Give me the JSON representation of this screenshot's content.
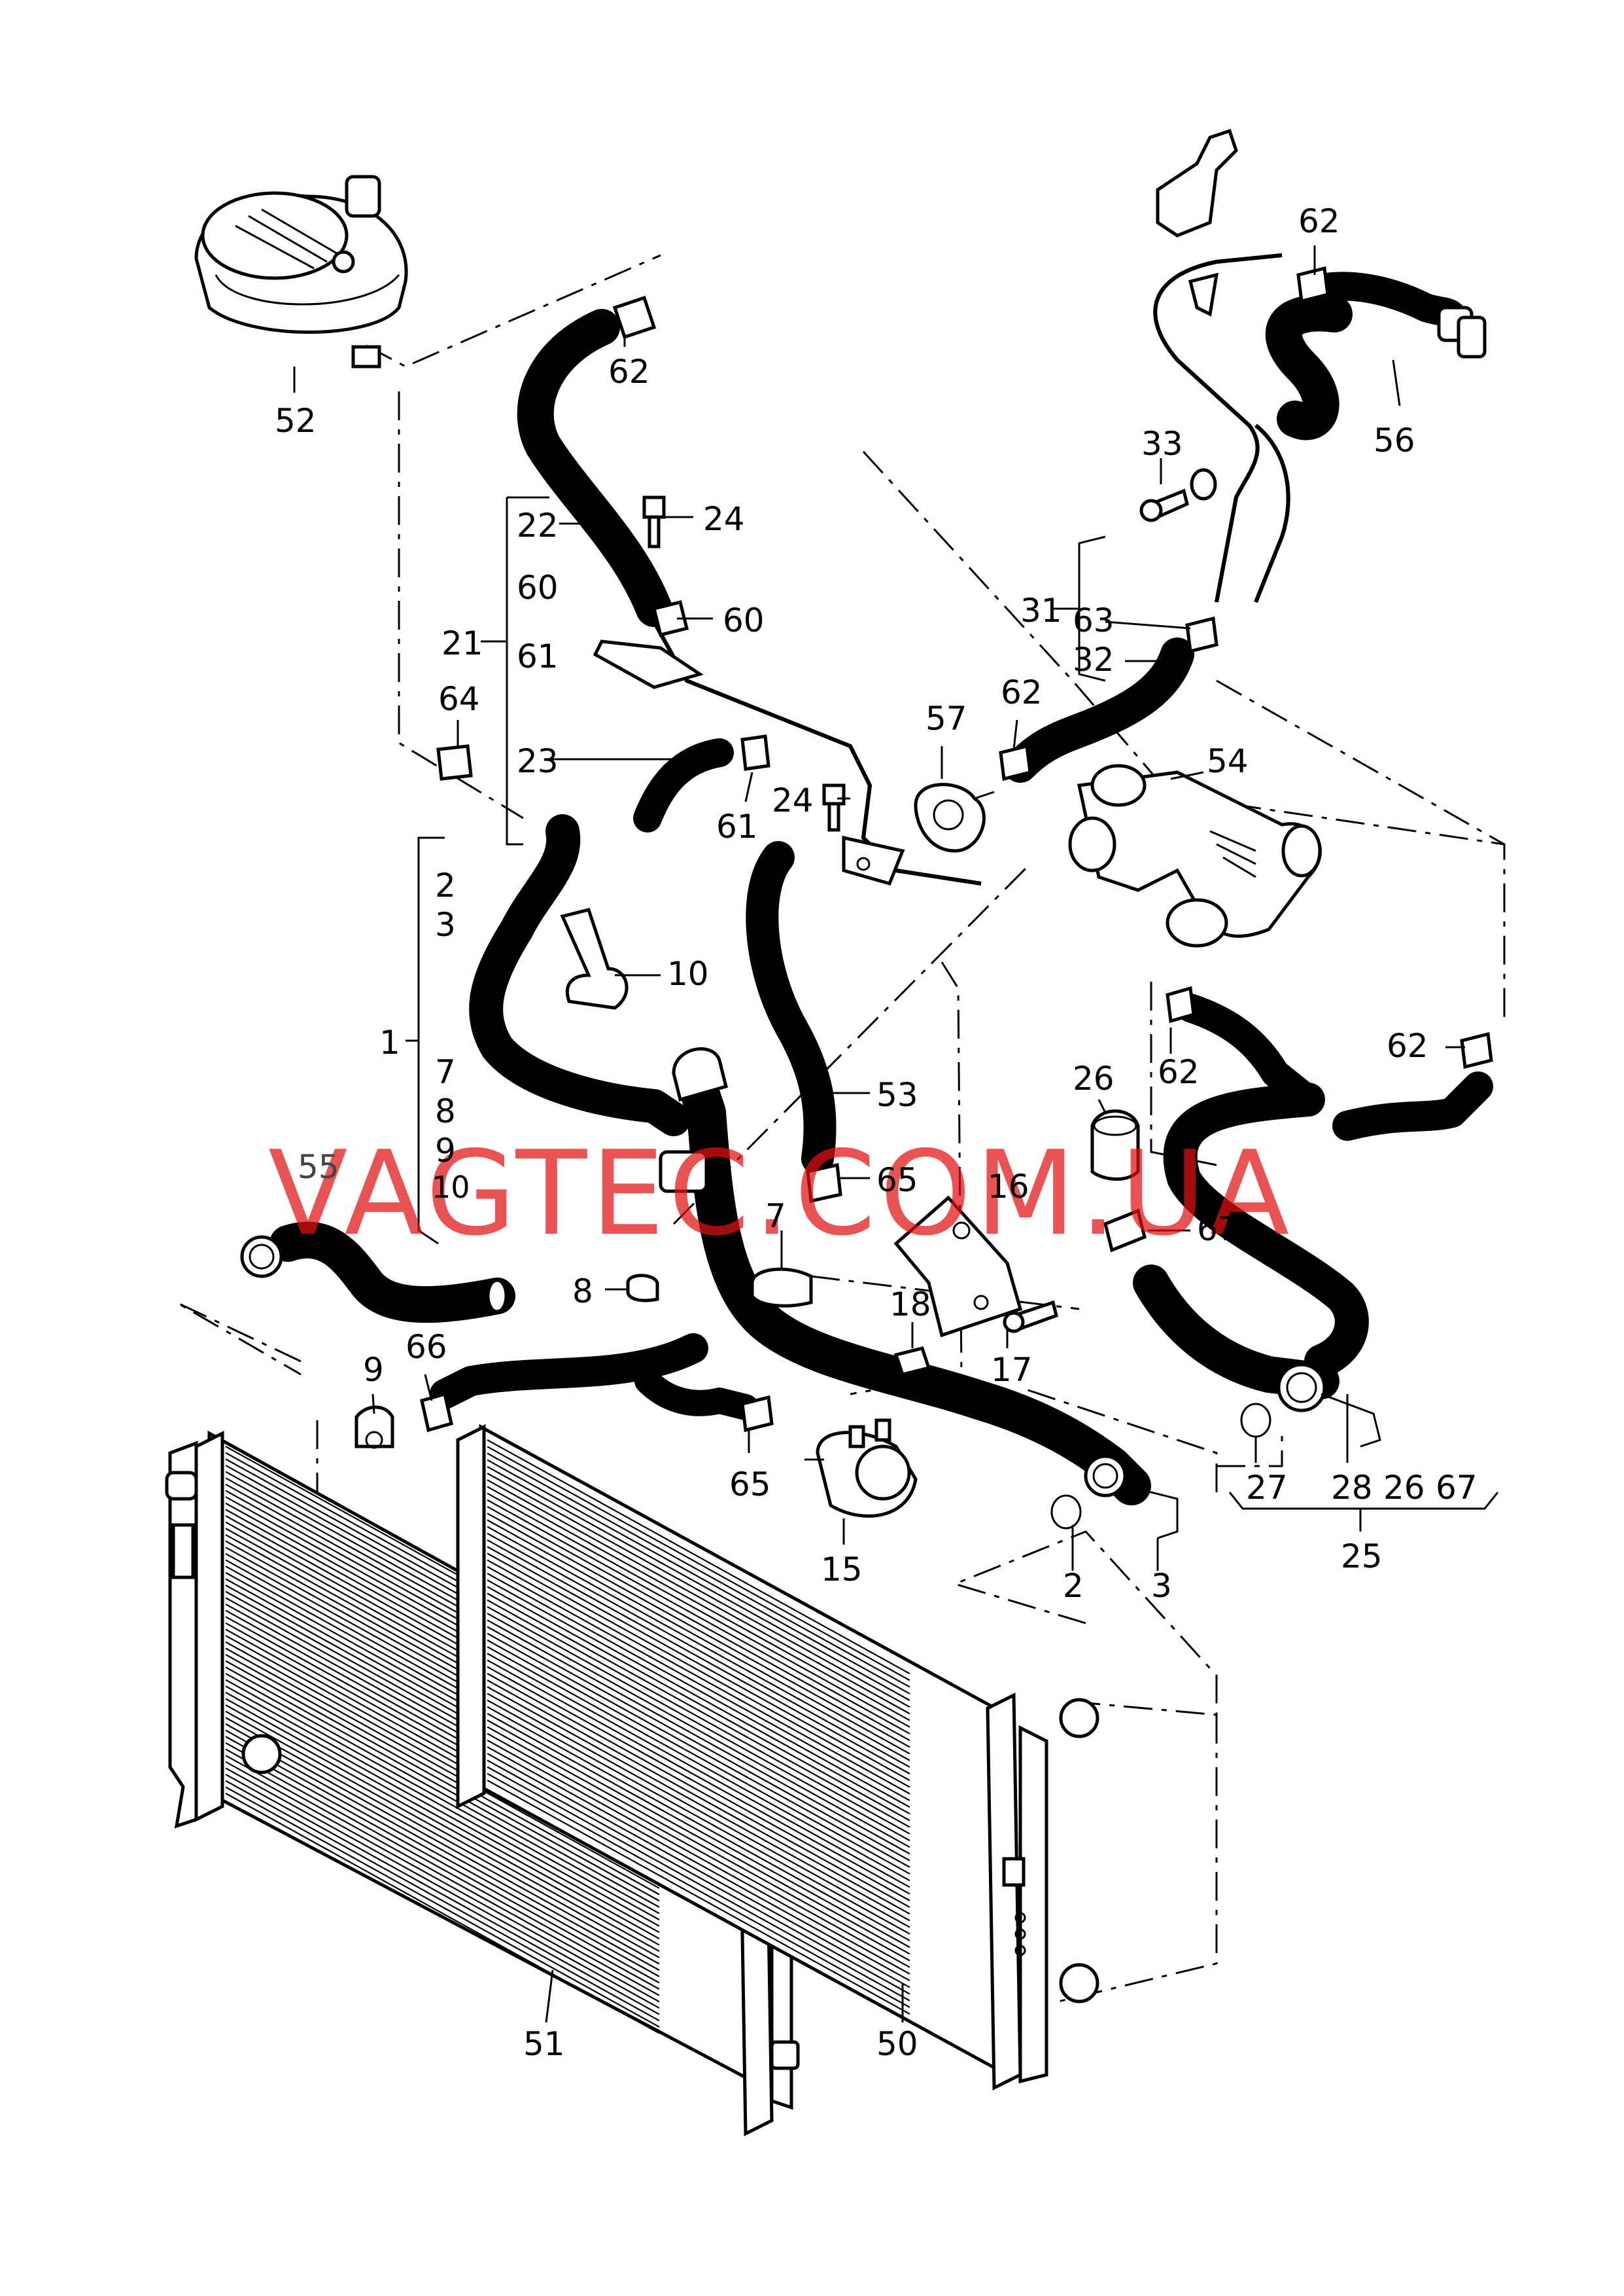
{
  "watermark": "VAGTEC.COM.UA",
  "callouts": [
    {
      "id": "c52",
      "text": "52"
    },
    {
      "id": "c62a",
      "text": "62"
    },
    {
      "id": "c22",
      "text": "22"
    },
    {
      "id": "c24a",
      "text": "24"
    },
    {
      "id": "c60a",
      "text": "60"
    },
    {
      "id": "c21",
      "text": "21"
    },
    {
      "id": "c61a",
      "text": "61"
    },
    {
      "id": "c60b",
      "text": "60"
    },
    {
      "id": "c64",
      "text": "64"
    },
    {
      "id": "c23",
      "text": "23"
    },
    {
      "id": "c61b",
      "text": "61"
    },
    {
      "id": "c24b",
      "text": "24"
    },
    {
      "id": "c2a",
      "text": "2"
    },
    {
      "id": "c3a",
      "text": "3"
    },
    {
      "id": "c10a",
      "text": "10"
    },
    {
      "id": "c1",
      "text": "1"
    },
    {
      "id": "c7a",
      "text": "7"
    },
    {
      "id": "c8a",
      "text": "8"
    },
    {
      "id": "c9a",
      "text": "9"
    },
    {
      "id": "c10b",
      "text": "10"
    },
    {
      "id": "c55",
      "text": "55"
    },
    {
      "id": "c53",
      "text": "53"
    },
    {
      "id": "c65a",
      "text": "65"
    },
    {
      "id": "c16",
      "text": "16"
    },
    {
      "id": "c7b",
      "text": "7"
    },
    {
      "id": "c8b",
      "text": "8"
    },
    {
      "id": "c18",
      "text": "18"
    },
    {
      "id": "c17",
      "text": "17"
    },
    {
      "id": "c9b",
      "text": "9"
    },
    {
      "id": "c66",
      "text": "66"
    },
    {
      "id": "c65b",
      "text": "65"
    },
    {
      "id": "c15",
      "text": "15"
    },
    {
      "id": "c2b",
      "text": "2"
    },
    {
      "id": "c3b",
      "text": "3"
    },
    {
      "id": "c62b",
      "text": "62"
    },
    {
      "id": "c56",
      "text": "56"
    },
    {
      "id": "c33",
      "text": "33"
    },
    {
      "id": "c31",
      "text": "31"
    },
    {
      "id": "c63",
      "text": "63"
    },
    {
      "id": "c32",
      "text": "32"
    },
    {
      "id": "c57",
      "text": "57"
    },
    {
      "id": "c62c",
      "text": "62"
    },
    {
      "id": "c54",
      "text": "54"
    },
    {
      "id": "c62d",
      "text": "62"
    },
    {
      "id": "c62e",
      "text": "62"
    },
    {
      "id": "c26a",
      "text": "26"
    },
    {
      "id": "c67a",
      "text": "67"
    },
    {
      "id": "c27",
      "text": "27"
    },
    {
      "id": "c28",
      "text": "28"
    },
    {
      "id": "c26b",
      "text": "26"
    },
    {
      "id": "c67b",
      "text": "67"
    },
    {
      "id": "c25",
      "text": "25"
    },
    {
      "id": "c51",
      "text": "51"
    },
    {
      "id": "c50",
      "text": "50"
    }
  ]
}
